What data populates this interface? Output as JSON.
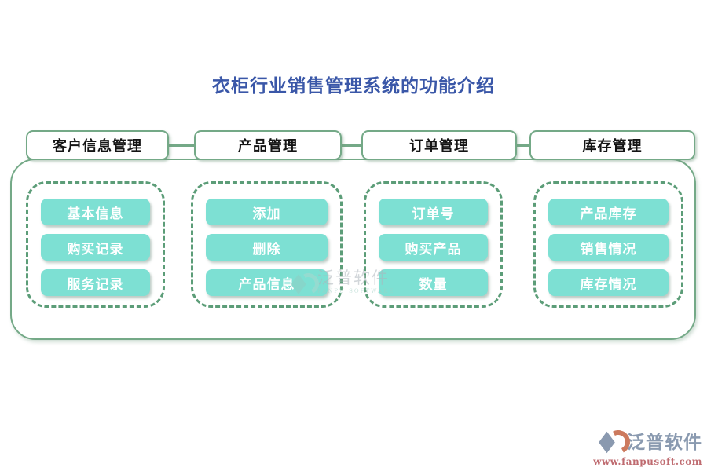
{
  "page": {
    "title": "衣柜行业销售管理系统的功能介绍"
  },
  "columns": [
    {
      "header": "客户信息管理",
      "items": [
        "基本信息",
        "购买记录",
        "服务记录"
      ]
    },
    {
      "header": "产品管理",
      "items": [
        "添加",
        "删除",
        "产品信息"
      ]
    },
    {
      "header": "订单管理",
      "items": [
        "订单号",
        "购买产品",
        "数量"
      ]
    },
    {
      "header": "库存管理",
      "items": [
        "产品库存",
        "销售情况",
        "库存情况"
      ]
    }
  ],
  "watermark": {
    "name": "泛普软件",
    "subtext": "FANPU SOFTWARE"
  },
  "footer_logo": {
    "name": "泛普软件",
    "url": "www.fanpusoft.com"
  },
  "colors": {
    "title_blue": "#3A57A8",
    "header_border_green": "#74A987",
    "dashed_border_green": "#5C9D78",
    "item_teal": "#7DE0D3",
    "item_text": "#FFFFFF",
    "logo_gray_blue": "#8A9AB0",
    "logo_orange": "#CC7A5E",
    "logo_url_red": "#BF6B70"
  }
}
